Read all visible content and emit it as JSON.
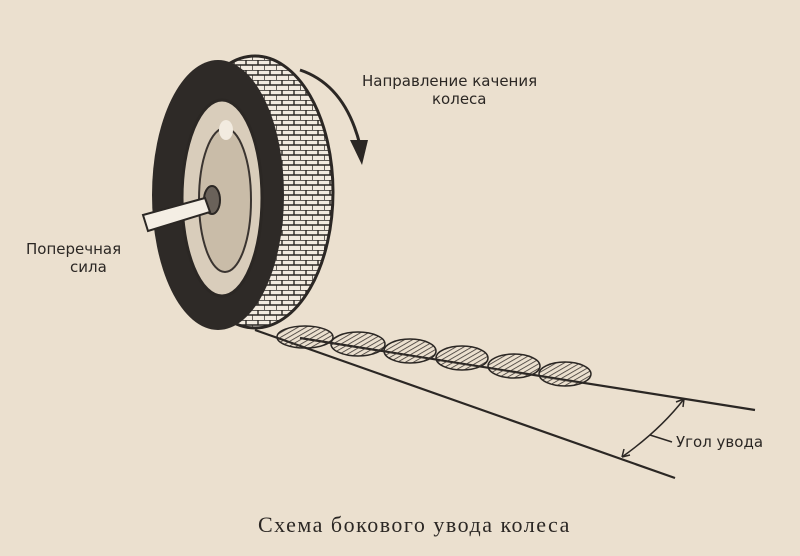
{
  "labels": {
    "rolling_direction_line1": "Направление качения",
    "rolling_direction_line2": "колеса",
    "lateral_force_line1": "Поперечная",
    "lateral_force_line2": "сила",
    "slip_angle": "Угол увода"
  },
  "caption": "Схема бокового увода колеса",
  "colors": {
    "background": "#ebe0cf",
    "ink": "#2b2724"
  }
}
